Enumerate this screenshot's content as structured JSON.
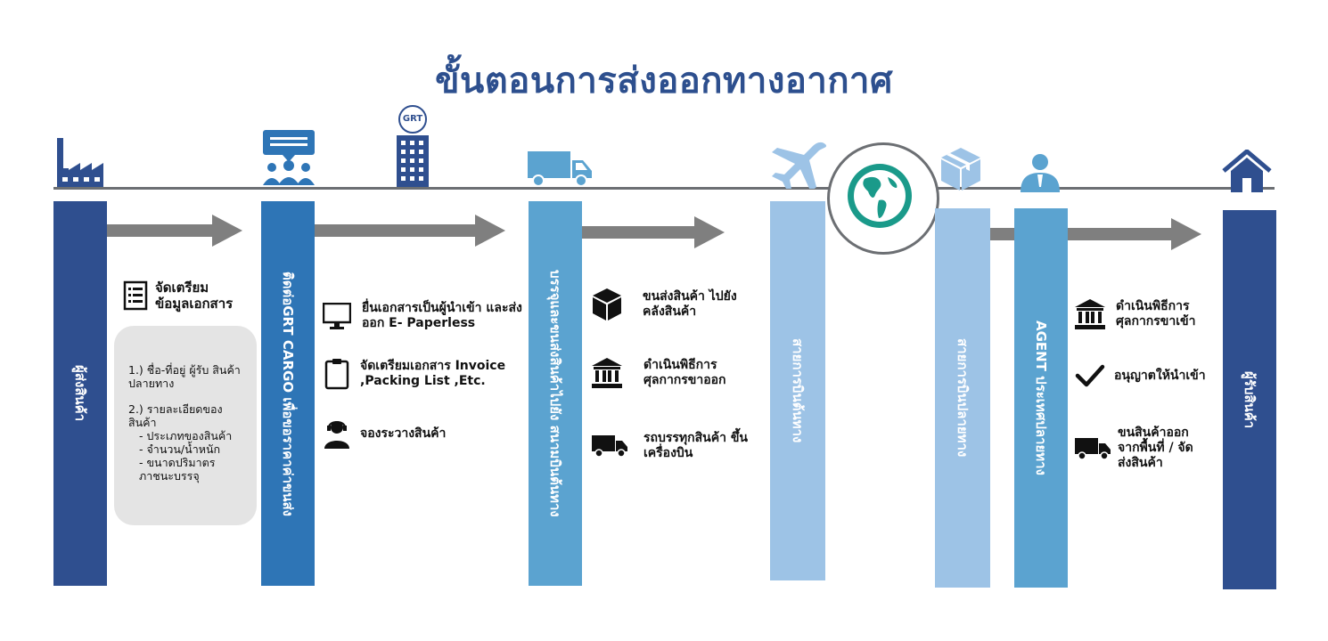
{
  "title": "ขั้นตอนการส่งออกทางอากาศ",
  "logo": {
    "text": "GRT"
  },
  "colors": {
    "dark_blue": "#2f4f8f",
    "mid_blue": "#2e75b6",
    "light_blue": "#5ba3d0",
    "pale_blue": "#9dc3e6",
    "gray_arrow": "#7f7f7f",
    "teal": "#1a9a8a"
  },
  "columns": [
    {
      "label": "ผู้ส่งสินค้า"
    },
    {
      "label": "ติดต่อGRT CARGO เพื่อขอราคาค่าขนส่ง"
    },
    {
      "label": "บรรจุและขนส่งสินค้าไปยัง สนามบินต้นทาง"
    },
    {
      "label": "สายการบินต้นทาง"
    },
    {
      "label": "สายการบินปลายทาง"
    },
    {
      "label": "AGENT ประเทศปลายทาง"
    },
    {
      "label": "ผู้รับสินค้า"
    }
  ],
  "prep": {
    "heading": "จัดเตรียม ข้อมูลเอกสาร",
    "point1": "1.) ชื่อ-ที่อยู่ ผู้รับ สินค้าปลายทาง",
    "point2": "2.) รายละเอียดของ สินค้า",
    "sub1": "- ประเภทของสินค้า",
    "sub2": "- จำนวน/น้ำหนัก",
    "sub3": "- ขนาดปริมาตร ภาชนะบรรจุ"
  },
  "grt_tasks": [
    "ยื่นเอกสารเป็นผู้นำเข้า และส่งออก E- Paperless",
    "จัดเตรียมเอกสาร Invoice ,Packing List ,Etc.",
    "จองระวางสินค้า"
  ],
  "transport_tasks": [
    "ขนส่งสินค้า ไปยังคลังสินค้า",
    "ดำเนินพิธีการ ศุลกากรขาออก",
    "รถบรรทุกสินค้า ขึ้นเครื่องบิน"
  ],
  "agent_tasks": [
    "ดำเนินพิธีการ ศุลกากรขาเข้า",
    "อนุญาตให้นำเข้า",
    "ขนสินค้าออก จากพื้นที่ / จัดส่งสินค้า"
  ]
}
